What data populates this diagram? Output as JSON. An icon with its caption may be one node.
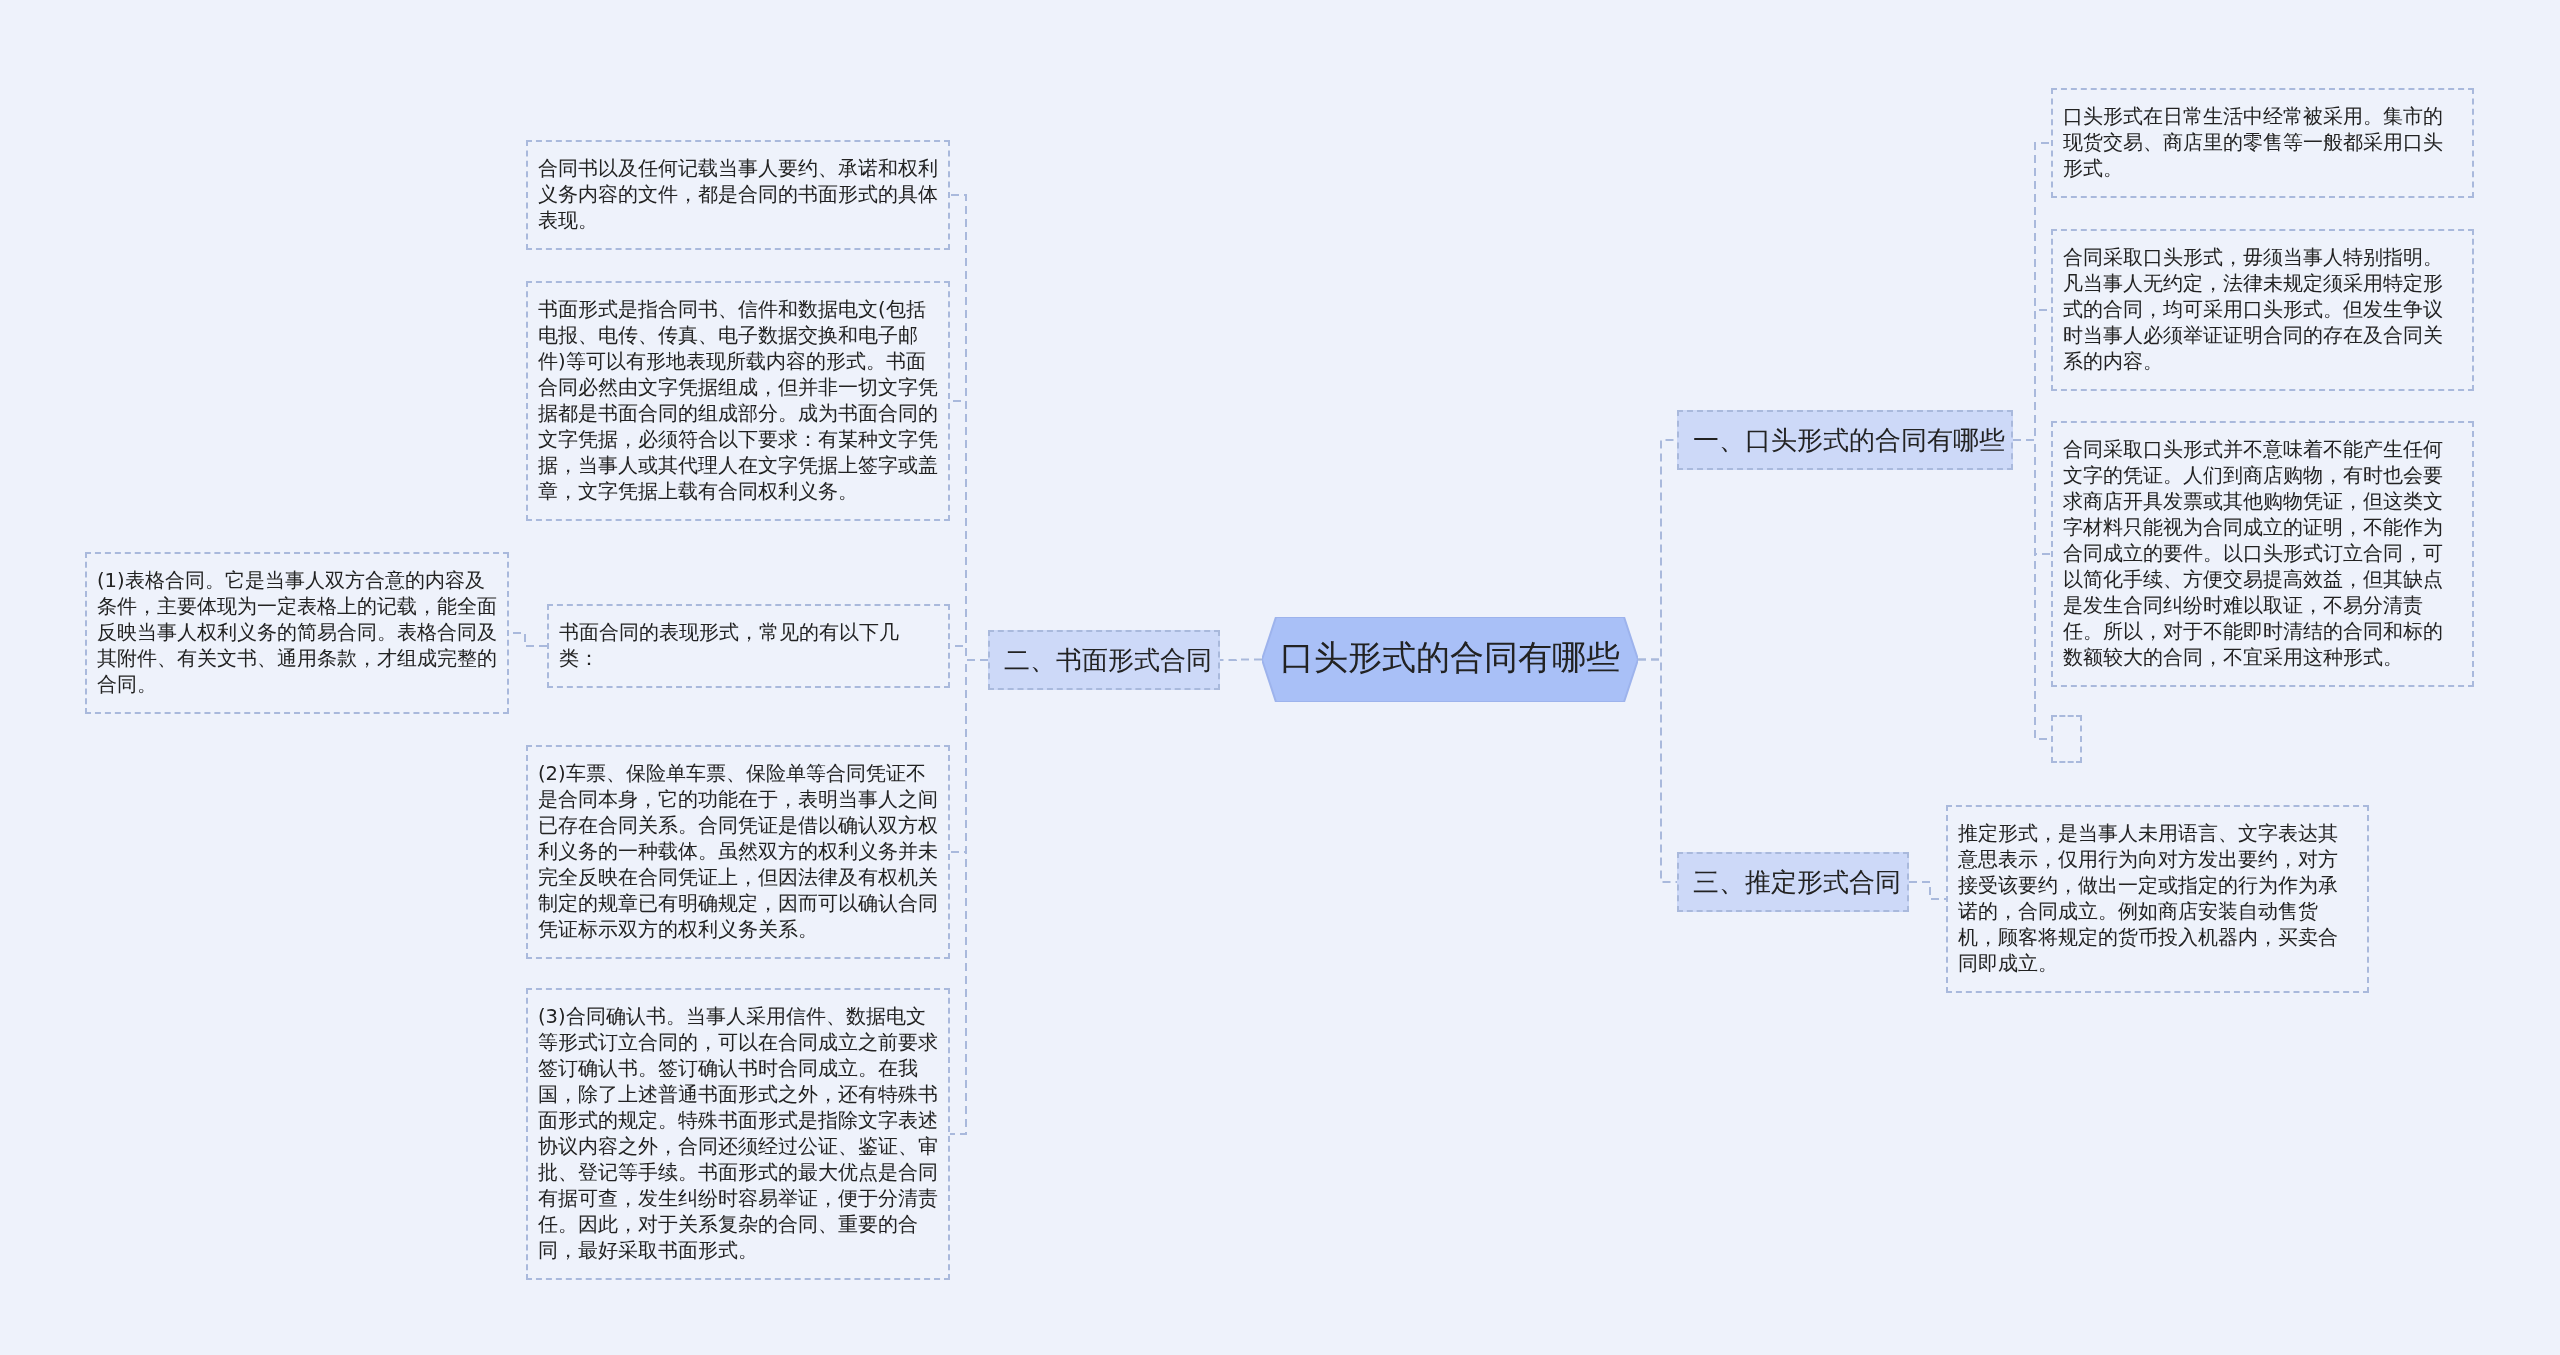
{
  "diagram": {
    "nodes": [
      {
        "text": [
          "口头形式的合同有哪些"
        ]
      },
      {
        "text": [
          "一、口头形式的合同有哪些"
        ]
      },
      {
        "text": [
          "口头形式在日常生活中经常被采用。集市的现货交易、商店里的零售等一般都采用口头形式。"
        ]
      },
      {
        "text": [
          "合同采取口头形式，毋须当事人特别指明。凡当事人无约定，法律未规定须采用特定形式的合同，均可采用口头形式。但发生争议时当事人必须举证证明合同的存在及合同关系的内容。"
        ]
      },
      {
        "text": [
          "合同采取口头形式并不意味着不能产生任何文字的凭证。人们到商店购物，有时也会要求商店开具发票或其他购物凭证，但这类文字材料只能视为合同成立的证明，不能作为合同成立的要件。以口头形式订立合同，可以简化手续、方便交易提高效益，但其缺点是发生合同纠纷时难以取证，不易分清责任。所以，对于不能即时清结的合同和标的数额较大的合同，不宜采用这种形式。"
        ]
      },
      {
        "text": [],
        "shape": "box"
      },
      {
        "text": [
          "三、推定形式合同"
        ]
      },
      {
        "text": [
          "推定形式，是当事人未用语言、文字表达其意思表示，仅用行为向对方发出要约，对方接受该要约，做出一定或指定的行为作为承诺的，合同成立。例如商店安装自动售货机，顾客将规定的货币投入机器内，买卖合同即成立。"
        ]
      },
      {
        "text": [
          "二、书面形式合同"
        ]
      },
      {
        "text": [
          "合同书以及任何记载当事人要约、承诺和权利义务内容的文件，都是合同的书面形式的具体表现。"
        ]
      },
      {
        "text": [
          "书面形式是指合同书、信件和数据电文(包括电报、电传、传真、电子数据交换和电子邮件)等可以有形地表现所载内容的形式。书面合同必然由文字凭据组成，但并非一切文字凭据都是书面合同的组成部分。成为书面合同的文字凭据，必须符合以下要求：有某种文字凭据，当事人或其代理人在文字凭据上签字或盖章，文字凭据上载有合同权利义务。"
        ]
      },
      {
        "text": [
          "书面合同的表现形式，常见的有以下几类："
        ]
      },
      {
        "text": [
          "(1)表格合同。它是当事人双方合意的内容及条件，主要体现为一定表格上的记载，能全面反映当事人权利义务的简易合同。表格合同及其附件、有关文书、通用条款，才组成完整的合同。"
        ]
      },
      {
        "text": [
          "(2)车票、保险单车票、保险单等合同凭证不是合同本身，它的功能在于，表明当事人之间已存在合同关系。合同凭证是借以确认双方权利义务的一种载体。虽然双方的权利义务并未完全反映在合同凭证上，但因法律及有权机关制定的规章已有明确规定，因而可以确认合同凭证标示双方的权利义务关系。"
        ]
      },
      {
        "text": [
          "(3)合同确认书。当事人采用信件、数据电文等形式订立合同的，可以在合同成立之前要求签订确认书。签订确认书时合同成立。在我国，除了上述普通书面形式之外，还有特殊书面形式的规定。特殊书面形式是指除文字表述协议内容之外，合同还须经过公证、鉴证、审批、登记等手续。书面形式的最大优点是合同有据可查，发生纠纷时容易举证，便于分清责任。因此，对于关系复杂的合同、重要的合同，最好采取书面形式。"
        ]
      }
    ],
    "edges": [
      {
        "from": 0,
        "to": 1,
        "arrow": "none"
      },
      {
        "from": 0,
        "to": 6,
        "arrow": "none"
      },
      {
        "from": 0,
        "to": 8,
        "arrow": "none"
      },
      {
        "from": 1,
        "to": 2,
        "arrow": "none"
      },
      {
        "from": 1,
        "to": 3,
        "arrow": "none"
      },
      {
        "from": 1,
        "to": 4,
        "arrow": "none"
      },
      {
        "from": 1,
        "to": 5,
        "arrow": "none"
      },
      {
        "from": 6,
        "to": 7,
        "arrow": "none"
      },
      {
        "from": 8,
        "to": 9,
        "arrow": "none"
      },
      {
        "from": 8,
        "to": 10,
        "arrow": "none"
      },
      {
        "from": 8,
        "to": 11,
        "arrow": "none"
      },
      {
        "from": 8,
        "to": 13,
        "arrow": "none"
      },
      {
        "from": 8,
        "to": 14,
        "arrow": "none"
      },
      {
        "from": 11,
        "to": 12,
        "arrow": "none"
      }
    ]
  }
}
